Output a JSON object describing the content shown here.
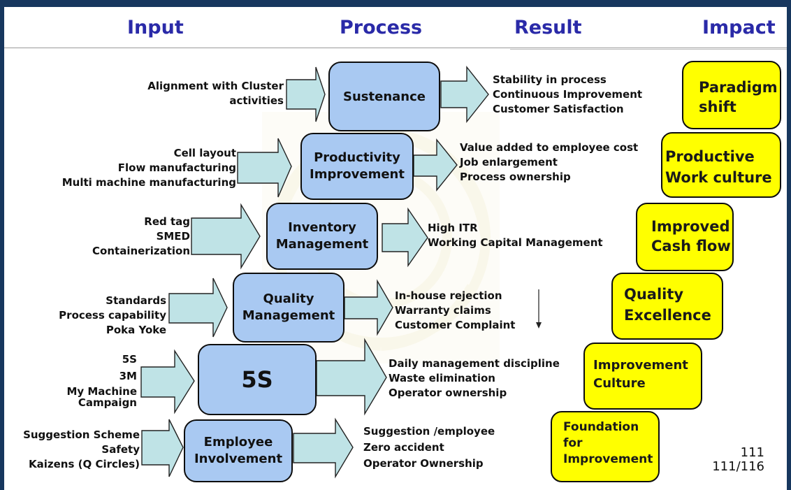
{
  "headers": {
    "input": "Input",
    "process": "Process",
    "result": "Result",
    "impact": "Impact"
  },
  "rows": [
    {
      "inputs": [
        "Alignment  with Cluster",
        "activities"
      ],
      "process": [
        "Sustenance"
      ],
      "results": [
        "Stability in process",
        "Continuous Improvement",
        "Customer Satisfaction"
      ],
      "impact": [
        "Paradigm",
        "shift"
      ]
    },
    {
      "inputs": [
        "Cell layout",
        "Flow manufacturing",
        "Multi machine manufacturing"
      ],
      "process": [
        "Productivity",
        "Improvement"
      ],
      "results": [
        "Value added to employee cost",
        "Job enlargement",
        "Process ownership"
      ],
      "impact": [
        "Productive",
        "Work culture"
      ]
    },
    {
      "inputs": [
        "Red tag",
        "SMED",
        "Containerization"
      ],
      "process": [
        "Inventory",
        "Management"
      ],
      "results": [
        "High  ITR",
        "Working Capital Management"
      ],
      "impact": [
        "Improved",
        "Cash flow"
      ]
    },
    {
      "inputs": [
        "Standards",
        "Process capability",
        "Poka Yoke"
      ],
      "process": [
        "Quality",
        "Management"
      ],
      "results": [
        "In-house rejection",
        "Warranty claims",
        "Customer Complaint"
      ],
      "impact": [
        "Quality",
        "Excellence"
      ]
    },
    {
      "inputs": [
        "5S",
        "3M",
        "My Machine",
        "Campaign"
      ],
      "process": [
        "5S"
      ],
      "results": [
        "Daily management discipline",
        "Waste elimination",
        "Operator ownership"
      ],
      "impact": [
        "Improvement",
        "Culture"
      ]
    },
    {
      "inputs": [
        "Suggestion Scheme",
        "Safety",
        "Kaizens (Q Circles)"
      ],
      "process": [
        "Employee",
        "Involvement"
      ],
      "results": [
        "Suggestion /employee",
        "Zero accident",
        "Operator Ownership"
      ],
      "impact": [
        "Foundation",
        "for",
        "Improvement"
      ]
    }
  ],
  "page_number": {
    "line1": "111",
    "line2": "111/116"
  },
  "colors": {
    "process_fill": "#a9c9f2",
    "arrow_fill": "#bfe3e6",
    "impact_fill": "#ffff00",
    "header_text": "#2a2aa8",
    "frame": "#17375e"
  }
}
